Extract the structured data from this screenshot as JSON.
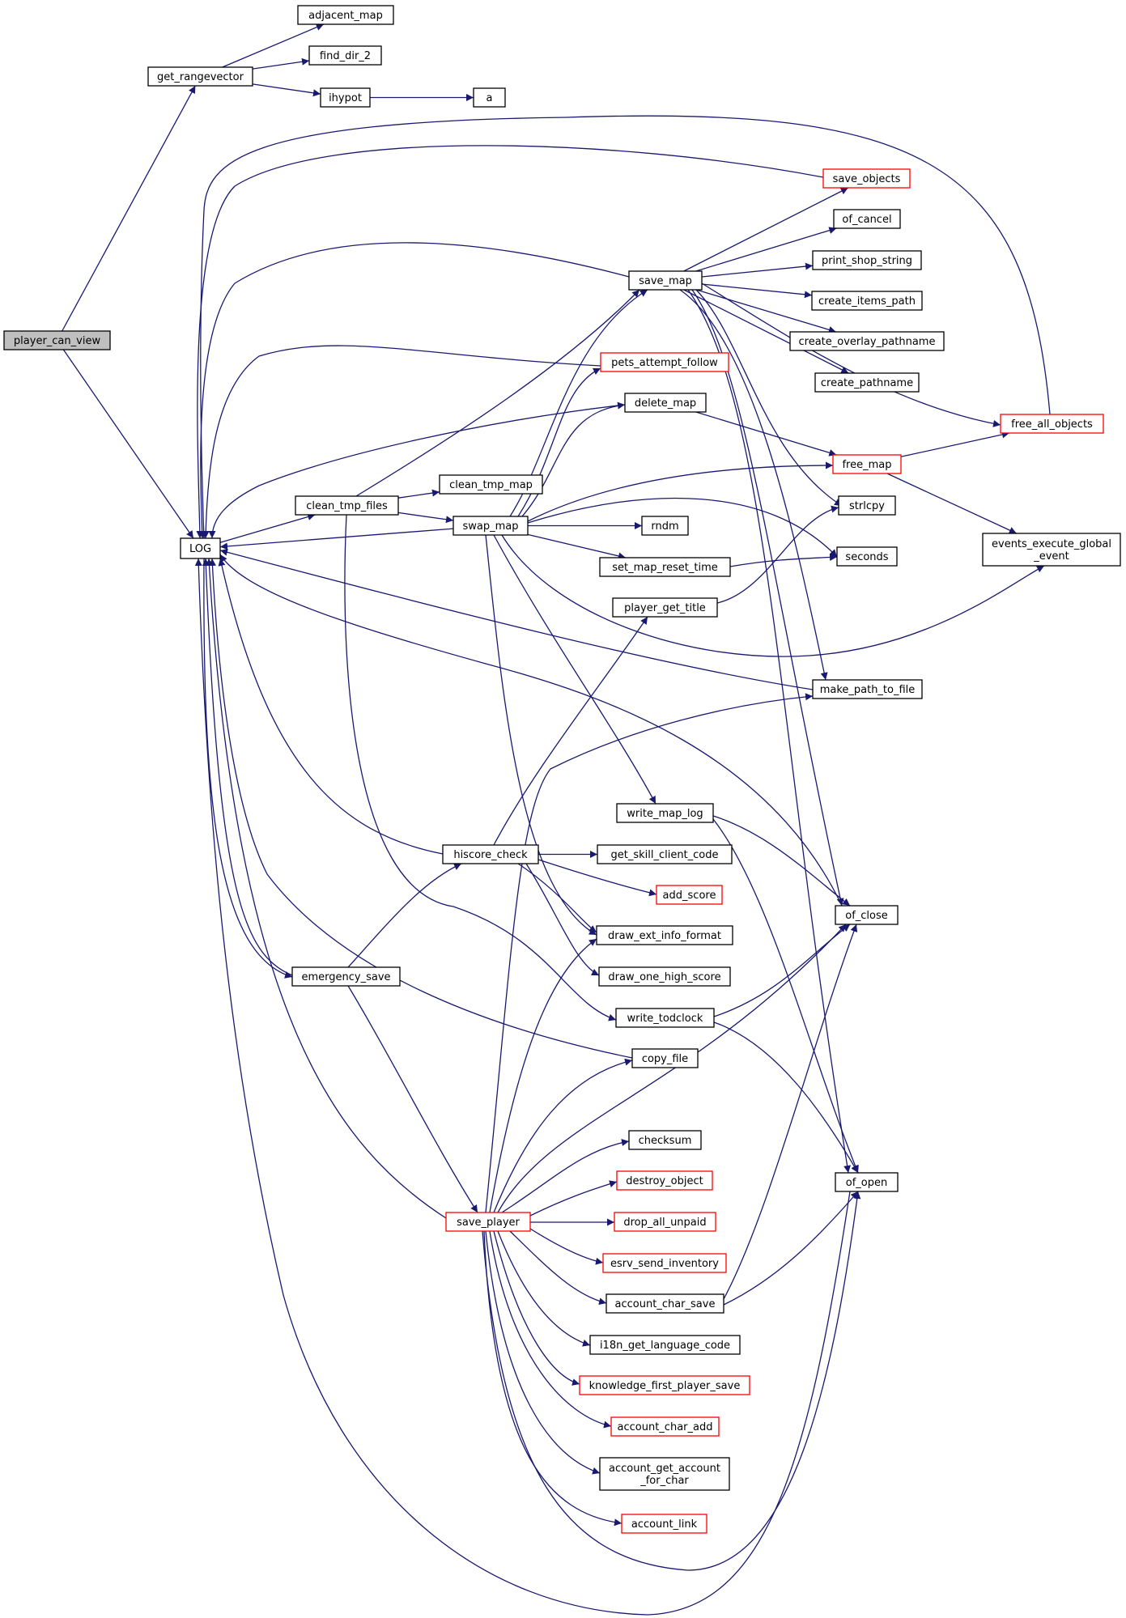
{
  "graph": {
    "title": "",
    "edge_color": "#191970",
    "node_border_default": "#000000",
    "node_border_red": "#ff0000",
    "root_fill": "#bfbfbf",
    "nodes": [
      {
        "id": "player_can_view",
        "label": "player_can_view",
        "style": "root"
      },
      {
        "id": "get_rangevector",
        "label": "get_rangevector",
        "style": "normal"
      },
      {
        "id": "adjacent_map",
        "label": "adjacent_map",
        "style": "normal"
      },
      {
        "id": "find_dir_2",
        "label": "find_dir_2",
        "style": "normal"
      },
      {
        "id": "ihypot",
        "label": "ihypot",
        "style": "normal"
      },
      {
        "id": "a",
        "label": "a",
        "style": "normal"
      },
      {
        "id": "LOG",
        "label": "LOG",
        "style": "normal"
      },
      {
        "id": "save_objects",
        "label": "save_objects",
        "style": "red"
      },
      {
        "id": "of_cancel",
        "label": "of_cancel",
        "style": "normal"
      },
      {
        "id": "save_map",
        "label": "save_map",
        "style": "normal"
      },
      {
        "id": "print_shop_string",
        "label": "print_shop_string",
        "style": "normal"
      },
      {
        "id": "create_items_path",
        "label": "create_items_path",
        "style": "normal"
      },
      {
        "id": "create_overlay_pathname",
        "label": "create_overlay_pathname",
        "style": "normal"
      },
      {
        "id": "pets_attempt_follow",
        "label": "pets_attempt_follow",
        "style": "red"
      },
      {
        "id": "create_pathname",
        "label": "create_pathname",
        "style": "normal"
      },
      {
        "id": "delete_map",
        "label": "delete_map",
        "style": "normal"
      },
      {
        "id": "free_all_objects",
        "label": "free_all_objects",
        "style": "red"
      },
      {
        "id": "free_map",
        "label": "free_map",
        "style": "red"
      },
      {
        "id": "clean_tmp_map",
        "label": "clean_tmp_map",
        "style": "normal"
      },
      {
        "id": "clean_tmp_files",
        "label": "clean_tmp_files",
        "style": "normal"
      },
      {
        "id": "strlcpy",
        "label": "strlcpy",
        "style": "normal"
      },
      {
        "id": "swap_map",
        "label": "swap_map",
        "style": "normal"
      },
      {
        "id": "rndm",
        "label": "rndm",
        "style": "normal"
      },
      {
        "id": "events_execute_global_event",
        "label": "events_execute_global\n_event",
        "style": "normal"
      },
      {
        "id": "seconds",
        "label": "seconds",
        "style": "normal"
      },
      {
        "id": "set_map_reset_time",
        "label": "set_map_reset_time",
        "style": "normal"
      },
      {
        "id": "player_get_title",
        "label": "player_get_title",
        "style": "normal"
      },
      {
        "id": "make_path_to_file",
        "label": "make_path_to_file",
        "style": "normal"
      },
      {
        "id": "write_map_log",
        "label": "write_map_log",
        "style": "normal"
      },
      {
        "id": "hiscore_check",
        "label": "hiscore_check",
        "style": "normal"
      },
      {
        "id": "get_skill_client_code",
        "label": "get_skill_client_code",
        "style": "normal"
      },
      {
        "id": "add_score",
        "label": "add_score",
        "style": "red"
      },
      {
        "id": "of_close",
        "label": "of_close",
        "style": "normal"
      },
      {
        "id": "draw_ext_info_format",
        "label": "draw_ext_info_format",
        "style": "normal"
      },
      {
        "id": "emergency_save",
        "label": "emergency_save",
        "style": "normal"
      },
      {
        "id": "draw_one_high_score",
        "label": "draw_one_high_score",
        "style": "normal"
      },
      {
        "id": "write_todclock",
        "label": "write_todclock",
        "style": "normal"
      },
      {
        "id": "copy_file",
        "label": "copy_file",
        "style": "normal"
      },
      {
        "id": "checksum",
        "label": "checksum",
        "style": "normal"
      },
      {
        "id": "destroy_object",
        "label": "destroy_object",
        "style": "red"
      },
      {
        "id": "of_open",
        "label": "of_open",
        "style": "normal"
      },
      {
        "id": "save_player",
        "label": "save_player",
        "style": "red"
      },
      {
        "id": "drop_all_unpaid",
        "label": "drop_all_unpaid",
        "style": "red"
      },
      {
        "id": "esrv_send_inventory",
        "label": "esrv_send_inventory",
        "style": "red"
      },
      {
        "id": "account_char_save",
        "label": "account_char_save",
        "style": "normal"
      },
      {
        "id": "i18n_get_language_code",
        "label": "i18n_get_language_code",
        "style": "normal"
      },
      {
        "id": "knowledge_first_player_save",
        "label": "knowledge_first_player_save",
        "style": "red"
      },
      {
        "id": "account_char_add",
        "label": "account_char_add",
        "style": "red"
      },
      {
        "id": "account_get_account_for_char",
        "label": "account_get_account\n_for_char",
        "style": "normal"
      },
      {
        "id": "account_link",
        "label": "account_link",
        "style": "red"
      }
    ],
    "edges": [
      [
        "player_can_view",
        "get_rangevector"
      ],
      [
        "player_can_view",
        "LOG"
      ],
      [
        "get_rangevector",
        "adjacent_map"
      ],
      [
        "get_rangevector",
        "find_dir_2"
      ],
      [
        "get_rangevector",
        "ihypot"
      ],
      [
        "ihypot",
        "a"
      ],
      [
        "LOG",
        "clean_tmp_files"
      ],
      [
        "LOG",
        "emergency_save"
      ],
      [
        "save_objects",
        "LOG"
      ],
      [
        "save_map",
        "LOG"
      ],
      [
        "save_map",
        "save_objects"
      ],
      [
        "save_map",
        "of_cancel"
      ],
      [
        "save_map",
        "print_shop_string"
      ],
      [
        "save_map",
        "create_items_path"
      ],
      [
        "save_map",
        "create_overlay_pathname"
      ],
      [
        "save_map",
        "create_pathname"
      ],
      [
        "save_map",
        "free_all_objects"
      ],
      [
        "save_map",
        "strlcpy"
      ],
      [
        "save_map",
        "make_path_to_file"
      ],
      [
        "save_map",
        "of_close"
      ],
      [
        "save_map",
        "of_open"
      ],
      [
        "pets_attempt_follow",
        "LOG"
      ],
      [
        "delete_map",
        "LOG"
      ],
      [
        "delete_map",
        "free_map"
      ],
      [
        "free_all_objects",
        "LOG"
      ],
      [
        "free_map",
        "free_all_objects"
      ],
      [
        "free_map",
        "events_execute_global_event"
      ],
      [
        "clean_tmp_files",
        "clean_tmp_map"
      ],
      [
        "clean_tmp_files",
        "swap_map"
      ],
      [
        "clean_tmp_files",
        "save_map"
      ],
      [
        "clean_tmp_files",
        "write_todclock"
      ],
      [
        "swap_map",
        "LOG"
      ],
      [
        "swap_map",
        "save_map"
      ],
      [
        "swap_map",
        "pets_attempt_follow"
      ],
      [
        "swap_map",
        "delete_map"
      ],
      [
        "swap_map",
        "free_map"
      ],
      [
        "swap_map",
        "rndm"
      ],
      [
        "swap_map",
        "seconds"
      ],
      [
        "swap_map",
        "set_map_reset_time"
      ],
      [
        "swap_map",
        "events_execute_global_event"
      ],
      [
        "swap_map",
        "write_map_log"
      ],
      [
        "swap_map",
        "draw_ext_info_format"
      ],
      [
        "set_map_reset_time",
        "seconds"
      ],
      [
        "player_get_title",
        "strlcpy"
      ],
      [
        "make_path_to_file",
        "LOG"
      ],
      [
        "write_map_log",
        "of_close"
      ],
      [
        "write_map_log",
        "of_open"
      ],
      [
        "hiscore_check",
        "LOG"
      ],
      [
        "hiscore_check",
        "player_get_title"
      ],
      [
        "hiscore_check",
        "get_skill_client_code"
      ],
      [
        "hiscore_check",
        "add_score"
      ],
      [
        "hiscore_check",
        "draw_ext_info_format"
      ],
      [
        "hiscore_check",
        "draw_one_high_score"
      ],
      [
        "of_close",
        "LOG"
      ],
      [
        "emergency_save",
        "LOG"
      ],
      [
        "emergency_save",
        "hiscore_check"
      ],
      [
        "emergency_save",
        "save_player"
      ],
      [
        "write_todclock",
        "of_close"
      ],
      [
        "write_todclock",
        "of_open"
      ],
      [
        "copy_file",
        "LOG"
      ],
      [
        "of_open",
        "LOG"
      ],
      [
        "save_player",
        "LOG"
      ],
      [
        "save_player",
        "make_path_to_file"
      ],
      [
        "save_player",
        "draw_ext_info_format"
      ],
      [
        "save_player",
        "copy_file"
      ],
      [
        "save_player",
        "of_close"
      ],
      [
        "save_player",
        "checksum"
      ],
      [
        "save_player",
        "destroy_object"
      ],
      [
        "save_player",
        "drop_all_unpaid"
      ],
      [
        "save_player",
        "esrv_send_inventory"
      ],
      [
        "save_player",
        "account_char_save"
      ],
      [
        "save_player",
        "i18n_get_language_code"
      ],
      [
        "save_player",
        "knowledge_first_player_save"
      ],
      [
        "save_player",
        "account_char_add"
      ],
      [
        "save_player",
        "account_get_account_for_char"
      ],
      [
        "save_player",
        "account_link"
      ],
      [
        "save_player",
        "of_open"
      ],
      [
        "account_char_save",
        "of_close"
      ],
      [
        "account_char_save",
        "of_open"
      ]
    ]
  }
}
